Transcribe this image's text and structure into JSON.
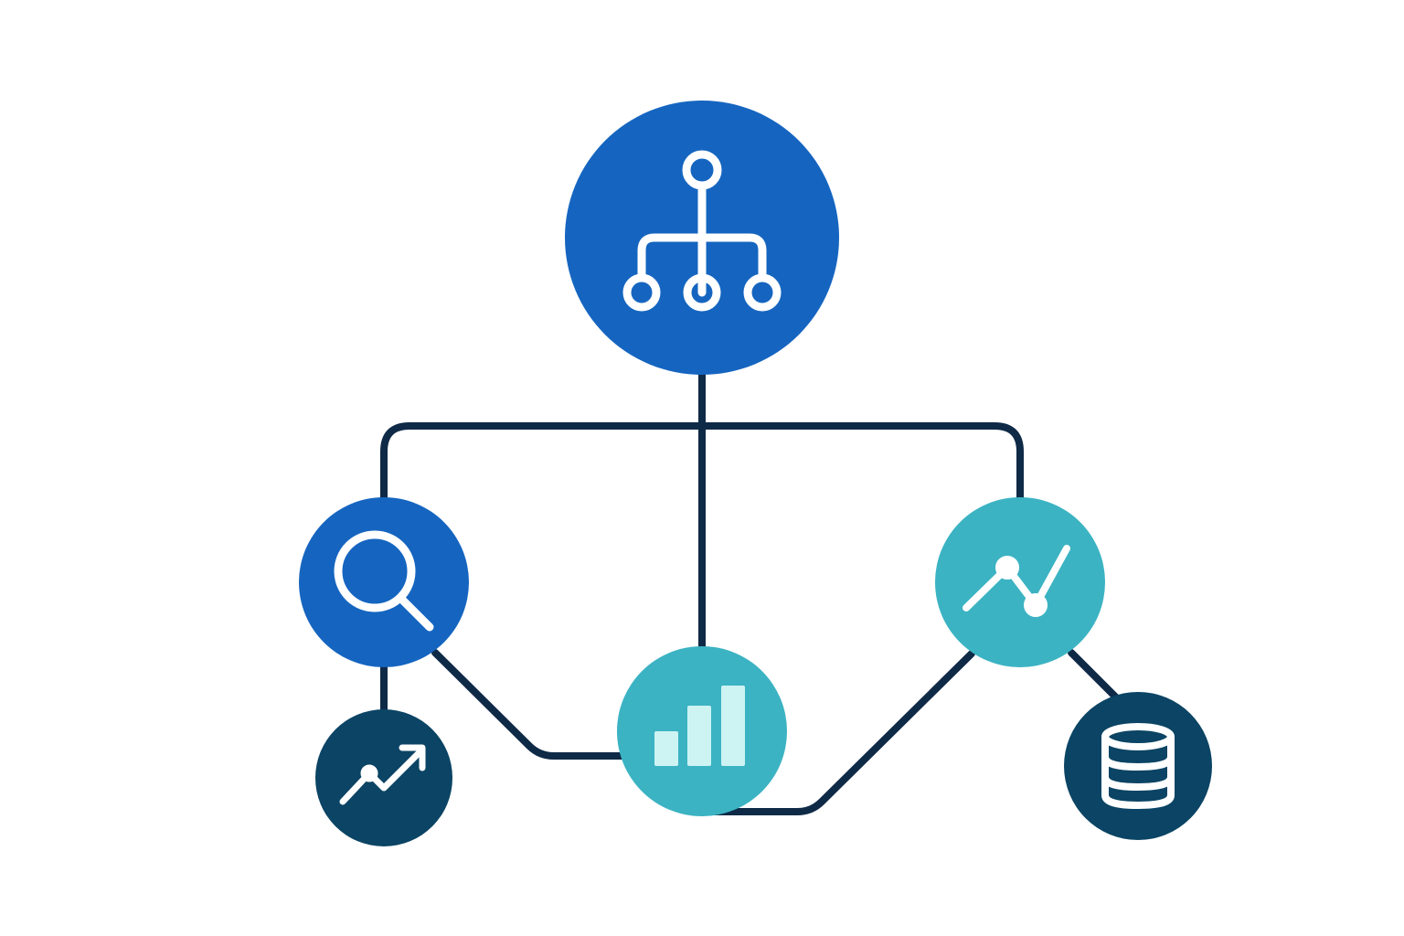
{
  "diagram": {
    "palette": {
      "background": "#ffffff",
      "connector": "#0f2a47",
      "blue": "#1565c0",
      "teal": "#3bb3c3",
      "navy": "#0b4464",
      "icon_stroke": "#ffffff",
      "bar_fill": "#cdf3f3"
    },
    "nodes": [
      {
        "id": "hierarchy",
        "icon": "hierarchy-icon",
        "color": "blue"
      },
      {
        "id": "search",
        "icon": "search-icon",
        "color": "blue"
      },
      {
        "id": "bar-chart",
        "icon": "bar-chart-icon",
        "color": "teal"
      },
      {
        "id": "line-chart",
        "icon": "line-chart-icon",
        "color": "teal"
      },
      {
        "id": "trend-up",
        "icon": "trend-up-icon",
        "color": "navy"
      },
      {
        "id": "database",
        "icon": "database-icon",
        "color": "navy"
      }
    ],
    "edges": [
      {
        "from": "hierarchy",
        "to": "search"
      },
      {
        "from": "hierarchy",
        "to": "bar-chart"
      },
      {
        "from": "hierarchy",
        "to": "line-chart"
      },
      {
        "from": "search",
        "to": "trend-up"
      },
      {
        "from": "search",
        "to": "bar-chart"
      },
      {
        "from": "bar-chart",
        "to": "line-chart"
      },
      {
        "from": "line-chart",
        "to": "database"
      }
    ]
  }
}
